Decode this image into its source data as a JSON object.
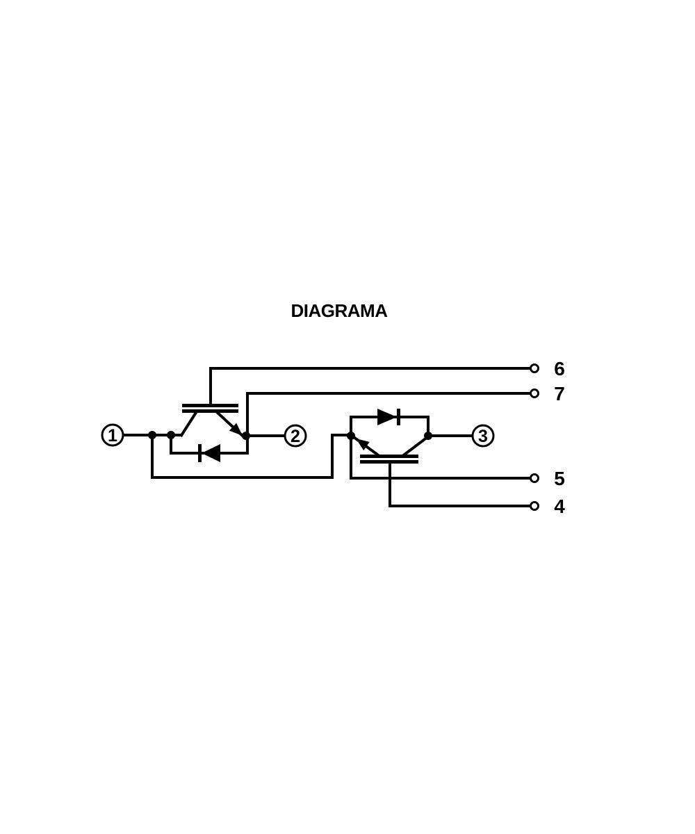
{
  "title": "DIAGRAMA",
  "terminals": {
    "t1": "1",
    "t2": "2",
    "t3": "3"
  },
  "pins": {
    "p6": "6",
    "p7": "7",
    "p5": "5",
    "p4": "4"
  },
  "colors": {
    "line": "#000000",
    "background": "#ffffff"
  }
}
